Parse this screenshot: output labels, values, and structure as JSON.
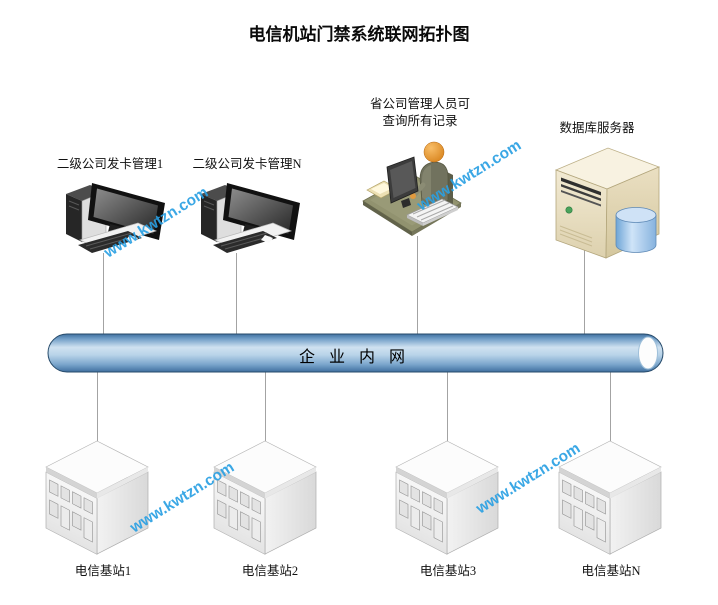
{
  "title": "电信机站门禁系统联网拓扑图",
  "watermark": {
    "text": "www.kwtzn.com",
    "color": "#2aa0e3"
  },
  "backbone": {
    "label": "企业内网",
    "color": "#5b8fc0"
  },
  "nodes": {
    "issuer1": {
      "label": "二级公司发卡管理1",
      "icon": "desktop-computer-icon"
    },
    "issuerN": {
      "label": "二级公司发卡管理N",
      "icon": "desktop-computer-icon"
    },
    "admin": {
      "label_line1": "省公司管理人员可",
      "label_line2": "查询所有记录",
      "icon": "operator-workstation-icon"
    },
    "database": {
      "label": "数据库服务器",
      "icon": "database-server-icon"
    }
  },
  "stations": [
    {
      "label": "电信基站1"
    },
    {
      "label": "电信基站2"
    },
    {
      "label": "电信基站3"
    },
    {
      "label": "电信基站N"
    }
  ],
  "colors": {
    "connector_line": "#a3a3a3",
    "background": "#ffffff"
  }
}
